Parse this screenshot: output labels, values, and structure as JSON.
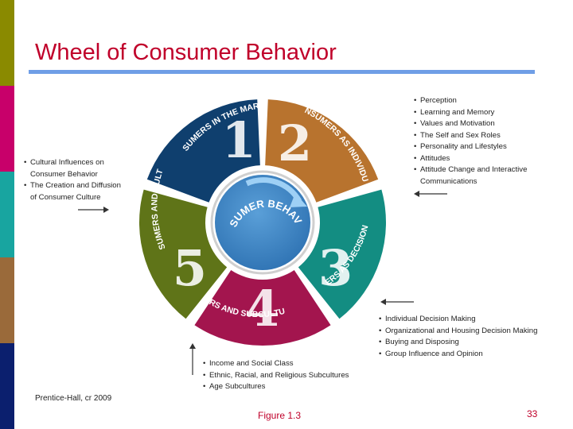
{
  "slide": {
    "title": "Wheel of Consumer Behavior",
    "credit": "Prentice-Hall, cr 2009",
    "figure_caption": "Figure 1.3",
    "page_number": "33",
    "accent_color": "#c0002a",
    "rule_color": "#6f9ee6",
    "sidebar_colors": [
      "#8a8a00",
      "#c8006a",
      "#18a5a0",
      "#9a6a3a",
      "#0b1f6e"
    ]
  },
  "wheel": {
    "center_label": "CONSUMER BEHAVIOR",
    "segments": [
      {
        "number": "1",
        "label": "CONSUMERS IN THE MARKETPLACE",
        "color": "#0f3f6e"
      },
      {
        "number": "2",
        "label": "CONSUMERS AS INDIVIDUALS",
        "color": "#b8732e"
      },
      {
        "number": "3",
        "label": "CONSUMERS AS DECISION MAKERS",
        "color": "#138d82"
      },
      {
        "number": "4",
        "label": "CONSUMERS AND SUBCULTURES",
        "color": "#a3154e"
      },
      {
        "number": "5",
        "label": "CONSUMERS AND CULTURE",
        "color": "#5f7418"
      }
    ]
  },
  "callouts": {
    "culture": [
      "Cultural Influences on Consumer Behavior",
      "The Creation and Diffusion of Consumer Culture"
    ],
    "individuals": [
      "Perception",
      "Learning and Memory",
      "Values and Motivation",
      "The Self and Sex Roles",
      "Personality and Lifestyles",
      "Attitudes",
      "Attitude Change and Interactive Communications"
    ],
    "decision": [
      "Individual Decision Making",
      "Organizational and Housing Decision Making",
      "Buying and Disposing",
      "Group Influence and Opinion"
    ],
    "subcultures": [
      "Income and Social Class",
      "Ethnic, Racial, and Religious Subcultures",
      "Age Subcultures"
    ]
  }
}
